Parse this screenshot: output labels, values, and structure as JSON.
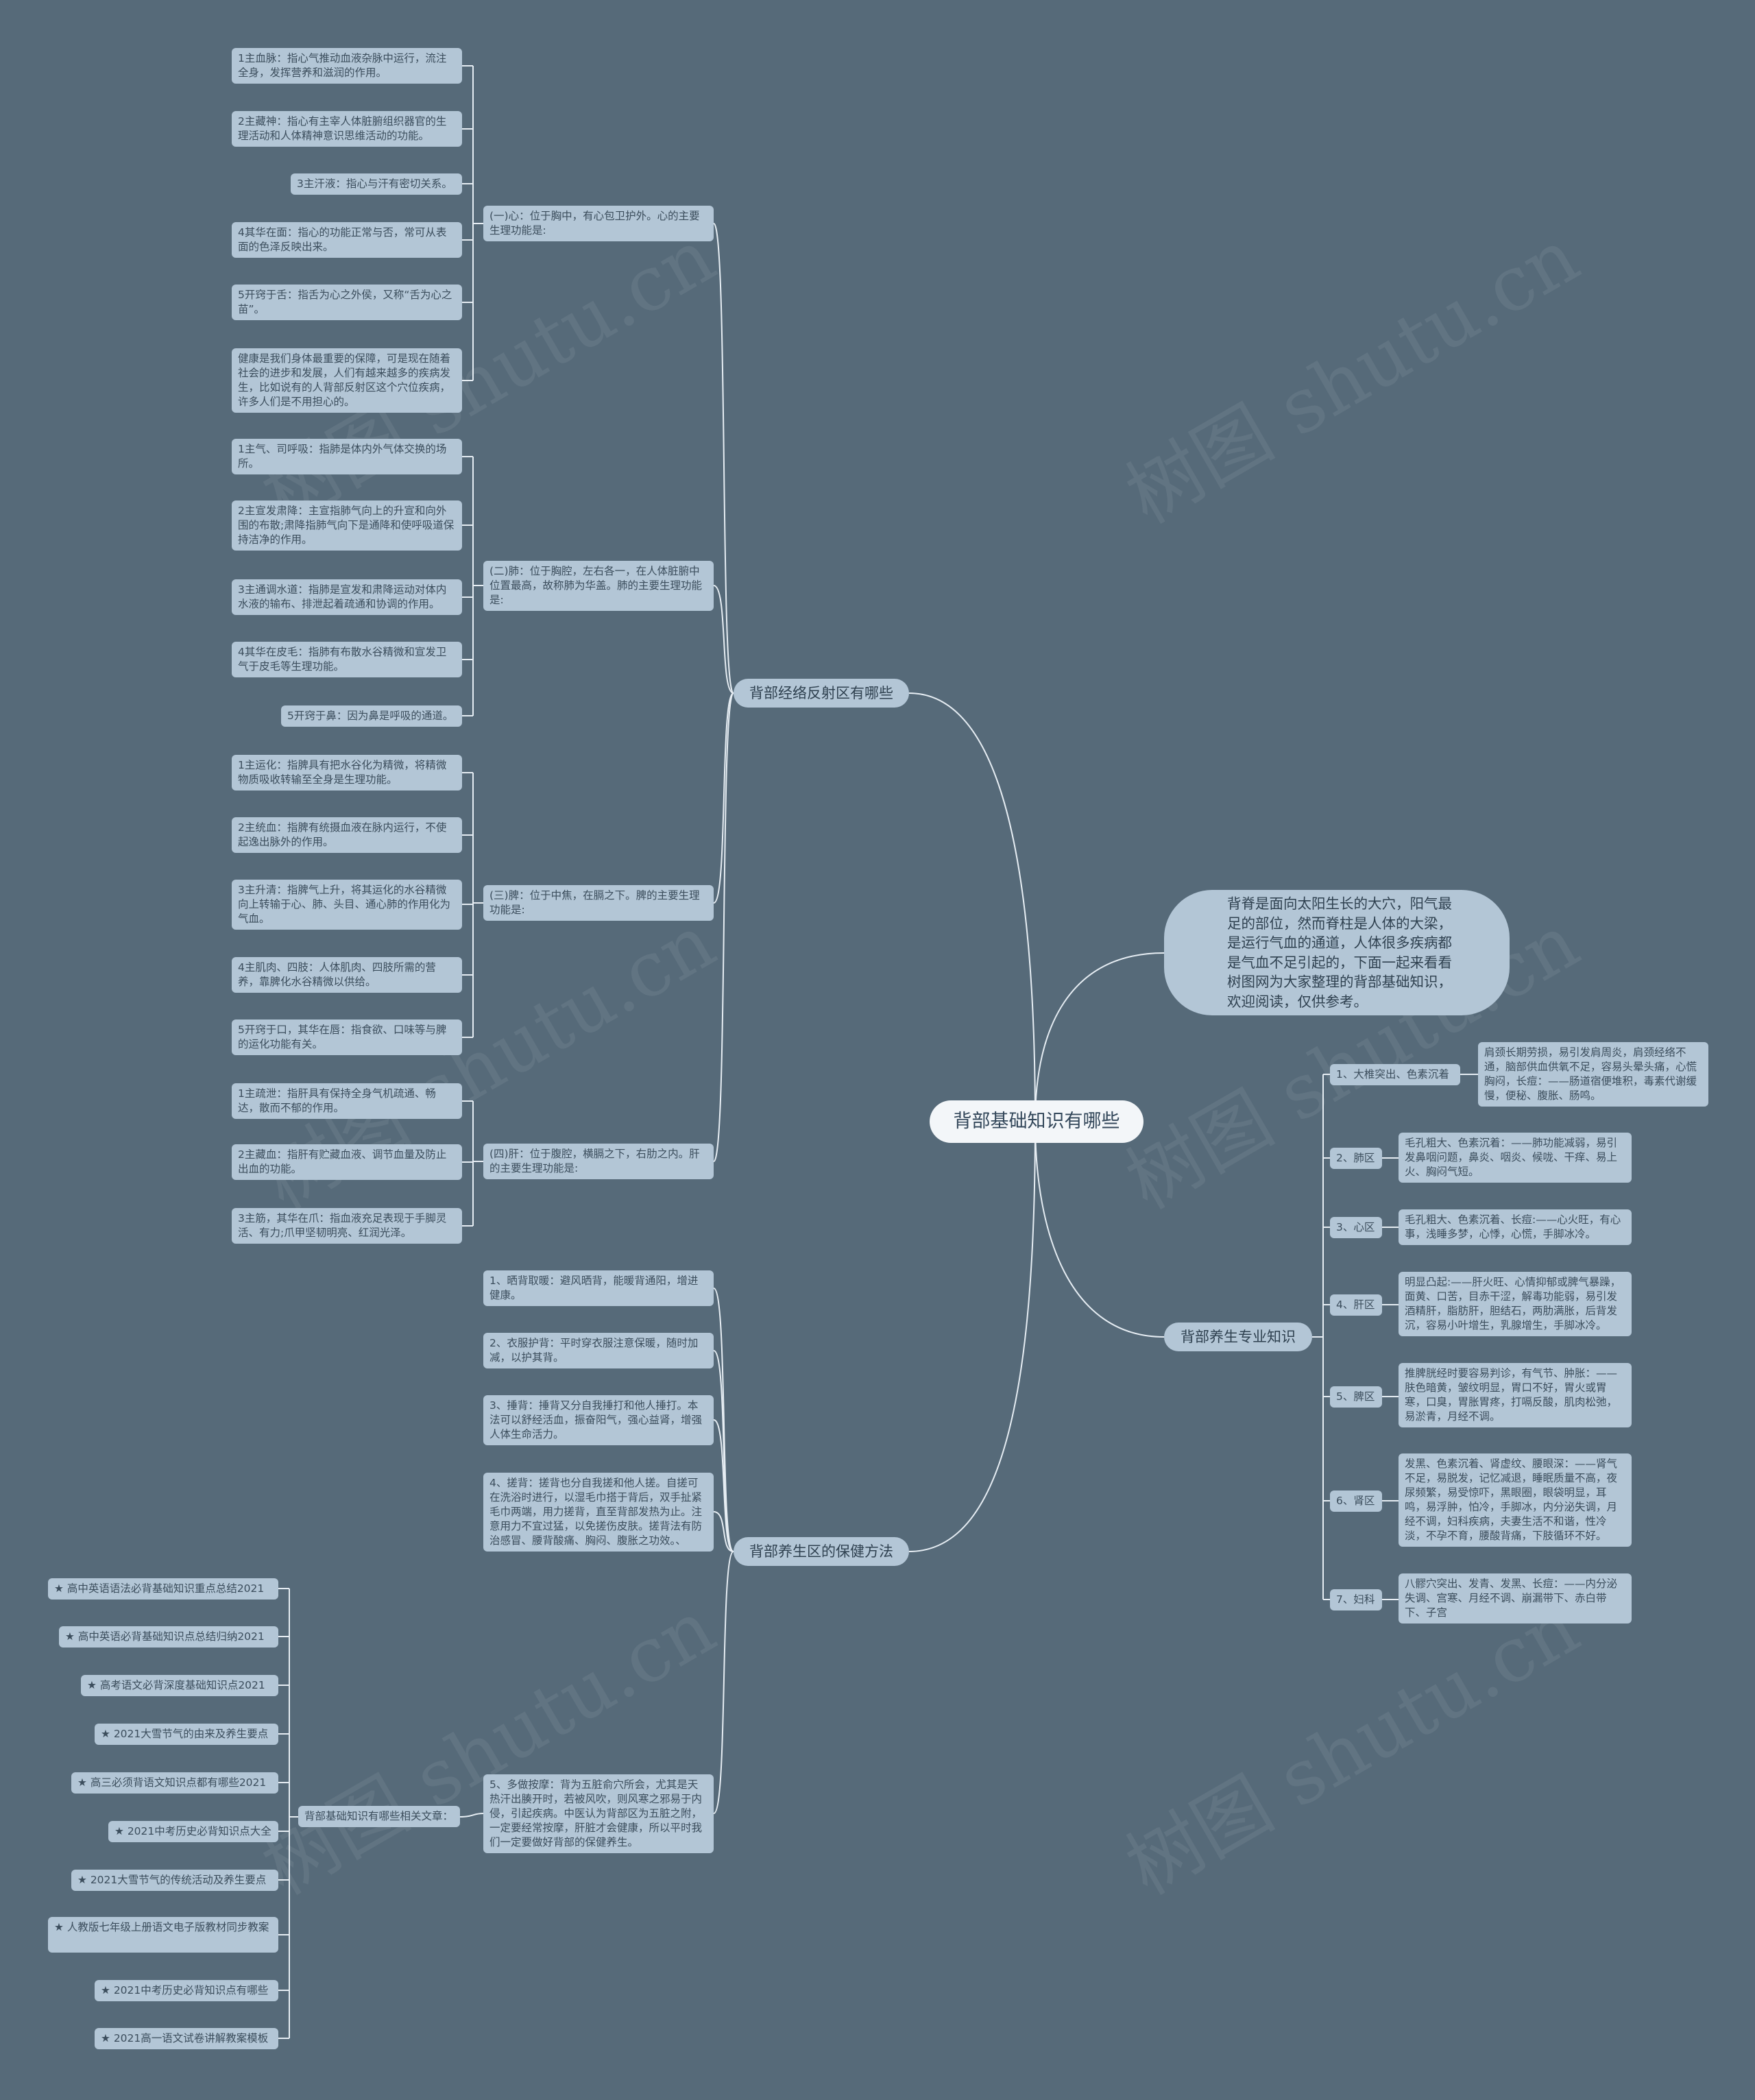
{
  "root": "背部基础知识有哪些",
  "branches": {
    "meridian": "背部经络反射区有哪些",
    "professional": "背部养生专业知识",
    "care": "背部养生区的保健方法"
  },
  "intro": "背脊是面向太阳生长的大穴，阳气最足的部位，然而脊柱是人体的大梁，是运行气血的通道，人体很多疾病都是气血不足引起的，下面一起来看看树图网为大家整理的背部基础知识，欢迎阅读，仅供参考。",
  "meridian": {
    "heart": {
      "label": "(一)心：位于胸中，有心包卫护外。心的主要生理功能是:",
      "items": [
        "1主血脉：指心气推动血液杂脉中运行，流注全身，发挥营养和滋润的作用。",
        "2主藏神：指心有主宰人体脏腑组织器官的生理活动和人体精神意识思维活动的功能。",
        "3主汗液：指心与汗有密切关系。",
        "4其华在面：指心的功能正常与否，常可从表面的色泽反映出来。",
        "5开窍于舌：指舌为心之外侯，又称“舌为心之苗”。",
        "健康是我们身体最重要的保障，可是现在随着社会的进步和发展，人们有越来越多的疾病发生，比如说有的人背部反射区这个穴位疾病，许多人们是不用担心的。"
      ]
    },
    "lung": {
      "label": "(二)肺：位于胸腔，左右各一，在人体脏腑中位置最高，故称肺为华盖。肺的主要生理功能是:",
      "items": [
        "1主气、司呼吸：指肺是体内外气体交换的场所。",
        "2主宣发肃降：主宣指肺气向上的升宣和向外围的布散;肃降指肺气向下是通降和使呼吸道保持洁净的作用。",
        "3主通调水道：指肺是宣发和肃降运动对体内水液的输布、排泄起着疏通和协调的作用。",
        "4其华在皮毛：指肺有布散水谷精微和宣发卫气于皮毛等生理功能。",
        "5开窍于鼻：因为鼻是呼吸的通道。"
      ]
    },
    "spleen": {
      "label": "(三)脾：位于中焦，在膈之下。脾的主要生理功能是:",
      "items": [
        "1主运化：指脾具有把水谷化为精微，将精微物质吸收转输至全身是生理功能。",
        "2主统血：指脾有统摄血液在脉内运行，不使起逸出脉外的作用。",
        "3主升清：指脾气上升，将其运化的水谷精微向上转输于心、肺、头目、通心肺的作用化为气血。",
        "4主肌肉、四肢：人体肌肉、四肢所需的营养，靠脾化水谷精微以供给。",
        "5开窍于口，其华在唇：指食欲、口味等与脾的运化功能有关。"
      ]
    },
    "liver": {
      "label": "(四)肝：位于腹腔，横膈之下，右肋之内。肝的主要生理功能是:",
      "items": [
        "1主疏泄：指肝具有保持全身气机疏通、畅达，散而不郁的作用。",
        "2主藏血：指肝有贮藏血液、调节血量及防止出血的功能。",
        "3主筋，其华在爪：指血液充足表现于手脚灵活、有力;爪甲坚韧明亮、红润光泽。"
      ]
    }
  },
  "professional": [
    {
      "label": "1、大椎突出、色素沉着",
      "detail": "肩颈长期劳损，易引发肩周炎，肩颈经络不通，脑部供血供氧不足，容易头晕头痛，心慌胸闷，长痘：——肠道宿便堆积，毒素代谢缓慢，便秘、腹胀、肠鸣。"
    },
    {
      "label": "2、肺区",
      "detail": "毛孔粗大、色素沉着：——肺功能减弱，易引发鼻咽问题，鼻炎、咽炎、候咙、干痒、易上火、胸闷气短。"
    },
    {
      "label": "3、心区",
      "detail": "毛孔粗大、色素沉着、长痘:——心火旺，有心事，浅睡多梦，心悸，心慌，手脚冰冷。"
    },
    {
      "label": "4、肝区",
      "detail": "明显凸起:——肝火旺、心情抑郁或脾气暴躁，面黄、口苦，目赤干涩，解毒功能弱，易引发酒精肝，脂肪肝，胆结石，两肋满胀，后背发沉，容易小叶增生，乳腺增生，手脚冰冷。"
    },
    {
      "label": "5、脾区",
      "detail": "推脾胱经时要容易判诊，有气节、肿胀：——肤色暗黄，皱纹明显，胃口不好，胃火或胃寒，口臭，胃胀胃疼，打嗝反酸，肌肉松弛，易淤青，月经不调。"
    },
    {
      "label": "6、肾区",
      "detail": "发黑、色素沉着、肾虚纹、腰眼深：——肾气不足，易脱发，记忆减退，睡眠质量不高，夜尿频繁，易受惊吓，黑眼圈，眼袋明显，耳鸣，易浮肿，怕冷，手脚冰，内分泌失调，月经不调，妇科疾病，夫妻生活不和谐，性冷淡，不孕不育，腰酸背痛，下肢循环不好。"
    },
    {
      "label": "7、妇科",
      "detail": "八髎穴突出、发青、发黑、长痘：——内分泌失调、宫寒、月经不调、崩漏带下、赤白带下、子宫"
    }
  ],
  "care": {
    "items": [
      "1、晒背取暖：避风晒背，能暖背通阳，增进健康。",
      "2、衣服护背：平时穿衣服注意保暖，随时加减，以护其背。",
      "3、捶背：捶背又分自我捶打和他人捶打。本法可以舒经活血，振奋阳气，强心益肾，增强人体生命活力。",
      "4、搓背：搓背也分自我搓和他人搓。自搓可在洗浴时进行，以湿毛巾搭于背后，双手扯紧毛巾两端，用力搓背，直至背部发热为止。注意用力不宜过猛，以免搓伤皮肤。搓背法有防治感冒、腰背酸痛、胸闷、腹胀之功效。、",
      "5、多做按摩：背为五脏俞穴所会，尤其是天热汗出腠开时，若被风吹，则风寒之邪易于内侵，引起疾病。中医认为背部区为五脏之附，一定要经常按摩，肝脏才会健康，所以平时我们一定要做好背部的保健养生。"
    ],
    "related_label": "背部基础知识有哪些相关文章：",
    "related": [
      "★ 高中英语语法必背基础知识重点总结2021",
      "★ 高中英语必背基础知识点总结归纳2021",
      "★ 高考语文必背深度基础知识点2021",
      "★ 2021大雪节气的由来及养生要点",
      "★ 高三必须背语文知识点都有哪些2021",
      "★ 2021中考历史必背知识点大全",
      "★ 2021大雪节气的传统活动及养生要点",
      "★ 人教版七年级上册语文电子版教材同步教案",
      "★ 2021中考历史必背知识点有哪些",
      "★ 2021高一语文试卷讲解教案模板"
    ]
  },
  "watermark": "树图 shutu.cn",
  "colors": {
    "background": "#566a79",
    "node": "#b3c6d6",
    "root": "#f3f6f9",
    "line": "#e6edf3"
  }
}
